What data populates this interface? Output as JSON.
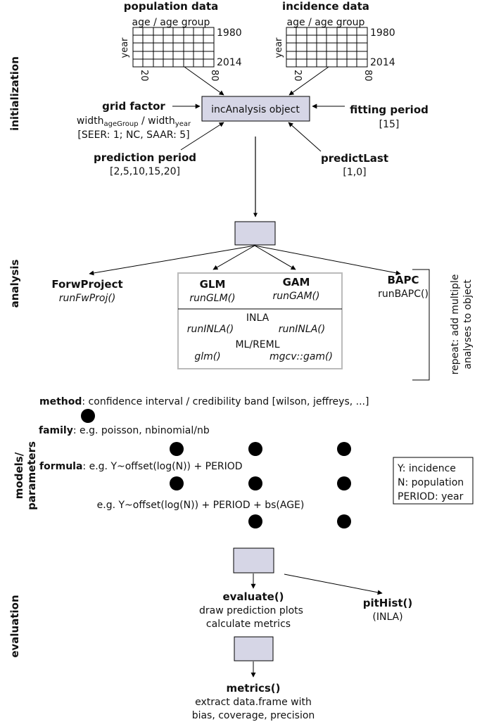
{
  "sections": {
    "initialization": "initialization",
    "analysis": "analysis",
    "models": "models/",
    "parameters": "parameters",
    "evaluation": "evaluation"
  },
  "population": {
    "title": "population data",
    "col_label": "age / age group",
    "row_label": "year",
    "year_start": "1980",
    "year_end": "2014",
    "age_start": "20",
    "age_end": "80"
  },
  "incidence": {
    "title": "incidence data",
    "col_label": "age / age group",
    "row_label": "year",
    "year_start": "1980",
    "year_end": "2014",
    "age_start": "20",
    "age_end": "80"
  },
  "inc_object": "incAnalysis object",
  "grid_factor": {
    "title": "grid factor",
    "formula_a": "width",
    "sub_a": "ageGroup",
    "formula_sep": " / width",
    "sub_b": "year",
    "values": "[SEER: 1; NC, SAAR: 5]"
  },
  "fitting_period": {
    "title": "fitting period",
    "values": "[15]"
  },
  "prediction_period": {
    "title": "prediction period",
    "values": "[2,5,10,15,20]"
  },
  "predict_last": {
    "title": "predictLast",
    "values": "[1,0]"
  },
  "analysis": {
    "forw_title": "ForwProject",
    "forw_fn": "runFwProj()",
    "glm_title": "GLM",
    "glm_fn": "runGLM()",
    "gam_title": "GAM",
    "gam_fn": "runGAM()",
    "inla": "INLA",
    "inla_fn_left": "runINLA()",
    "inla_fn_right": "runINLA()",
    "mlreml": "ML/REML",
    "glm_base": "glm()",
    "gam_base": "mgcv::gam()",
    "bapc_title": "BAPC",
    "bapc_fn": "runBAPC()",
    "repeat_line1": "repeat: add multiple",
    "repeat_line2": "analyses to object"
  },
  "parameters": {
    "method_key": "method",
    "method_val": ": confidence interval / credibility band [wilson, jeffreys, ...]",
    "family_key": "family",
    "family_val": ": e.g. poisson, nbinomial/nb",
    "formula_key": "formula",
    "formula_val": ": e.g. Y~offset(log(N)) + PERIOD",
    "formula2": "e.g. Y~offset(log(N)) + PERIOD + bs(AGE)",
    "legend": [
      "Y: incidence",
      "N: population",
      "PERIOD: year"
    ]
  },
  "evaluation": {
    "evaluate_title": "evaluate()",
    "evaluate_line1": "draw prediction plots",
    "evaluate_line2": "calculate metrics",
    "pithist_title": "pitHist()",
    "pithist_sub": "(INLA)",
    "metrics_title": "metrics()",
    "metrics_line1": "extract data.frame with",
    "metrics_line2": "bias, coverage, precision"
  },
  "colors": {
    "box_fill": "#d6d6e6",
    "dot": "#000000",
    "line": "#000000",
    "frame": "#bbbbbb"
  }
}
